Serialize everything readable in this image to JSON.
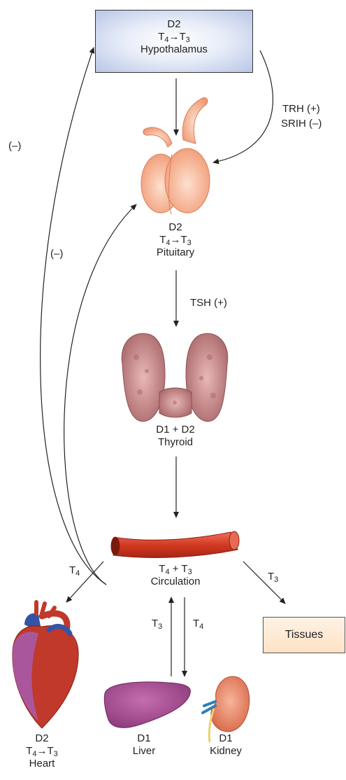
{
  "hypothalamus": {
    "enzyme": "D2",
    "conv_a": "T",
    "conv_a_sub": "4",
    "arrow": "→",
    "conv_b": "T",
    "conv_b_sub": "3",
    "name": "Hypothalamus"
  },
  "trh_label": "TRH (+)",
  "srih_label": "SRIH (–)",
  "feedback_outer": "(–)",
  "feedback_inner": "(–)",
  "pituitary": {
    "enzyme": "D2",
    "conv_a": "T",
    "conv_a_sub": "4",
    "arrow": "→",
    "conv_b": "T",
    "conv_b_sub": "3",
    "name": "Pituitary"
  },
  "tsh_label": "TSH (+)",
  "thyroid": {
    "enzymes": "D1 + D2",
    "name": "Thyroid"
  },
  "circulation": {
    "a": "T",
    "a_sub": "4",
    "plus": " + ",
    "b": "T",
    "b_sub": "3",
    "name": "Circulation"
  },
  "t4_heart": {
    "t": "T",
    "sub": "4"
  },
  "t3_tissues": {
    "t": "T",
    "sub": "3"
  },
  "t3_up": {
    "t": "T",
    "sub": "3"
  },
  "t4_down": {
    "t": "T",
    "sub": "4"
  },
  "tissues": "Tissues",
  "heart": {
    "enzyme": "D2",
    "conv_a": "T",
    "conv_a_sub": "4",
    "arrow": "→",
    "conv_b": "T",
    "conv_b_sub": "3",
    "name": "Heart"
  },
  "liver": {
    "enzyme": "D1",
    "name": "Liver"
  },
  "kidney": {
    "enzyme": "D1",
    "name": "Kidney"
  },
  "colors": {
    "hypothalamus_box": "#b8c6e6",
    "pituitary": "#f6b99a",
    "thyroid": "#c98a8c",
    "vessel": "#d23a22",
    "liver": "#a04a8e",
    "kidney": "#e58a6c",
    "heart": "#c0392b",
    "tissues_box": "#fde2c6"
  }
}
